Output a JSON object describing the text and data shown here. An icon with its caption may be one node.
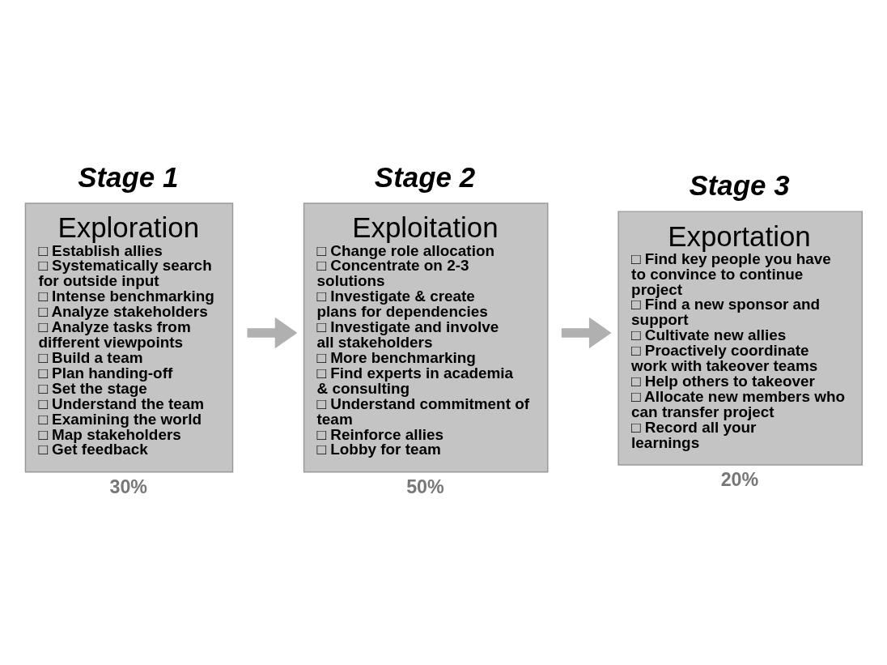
{
  "diagram": {
    "nodes": [
      {
        "text": [
          "Stage 1",
          "Exploration",
          "□ Establish allies",
          "□ Systematically search for outside input",
          "□ Intense benchmarking",
          "□ Analyze stakeholders",
          "□ Analyze tasks from different viewpoints",
          "□ Build a team",
          "□ Plan handing-off",
          "□ Set the stage",
          "□ Understand the team",
          "□ Examining the world",
          "□ Map stakeholders",
          "□ Get feedback"
        ],
        "beside": [
          "30%"
        ]
      },
      {
        "text": [
          "Stage 2",
          "Exploitation",
          "□ Change role allocation",
          "□ Concentrate on 2-3 solutions",
          "□ Investigate & create plans for dependencies",
          "□ Investigate and involve all stakeholders",
          "□ More benchmarking",
          "□ Find experts in academia & consulting",
          "□ Understand commitment of team",
          "□ Reinforce allies",
          "□ Lobby for team"
        ],
        "beside": [
          "50%"
        ]
      },
      {
        "text": [
          "Stage 3",
          "Exportation",
          "□ Find key people you have to convince to continue project",
          "□ Find a new sponsor and support",
          "□ Cultivate new allies",
          "□ Proactively coordinate work with takeover teams",
          "□ Help others to takeover",
          "□ Allocate new members who can transfer project",
          "□ Record all your learnings"
        ],
        "beside": [
          "20%"
        ]
      }
    ],
    "edges": [
      {
        "from": 0,
        "to": 1,
        "arrow": "to"
      },
      {
        "from": 1,
        "to": 2,
        "arrow": "to"
      }
    ]
  }
}
